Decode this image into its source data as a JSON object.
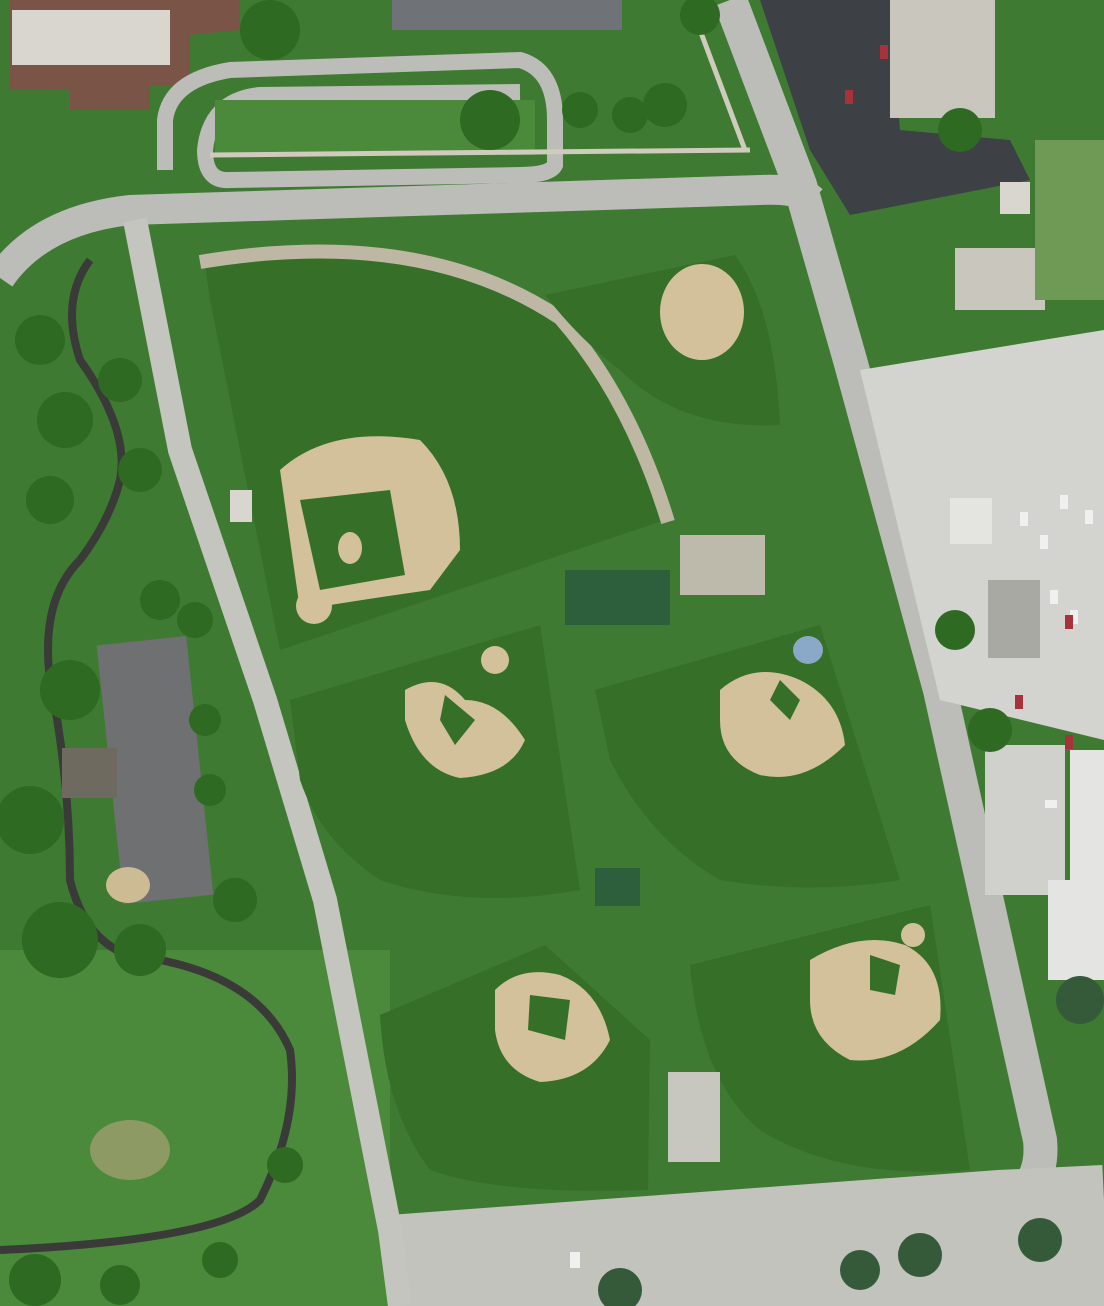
{
  "map": {
    "view": "aerial",
    "feature_counts": {
      "baseball_diamonds": 6,
      "parking_lots": 4,
      "buildings": 13,
      "roads": 3
    }
  },
  "colors": {
    "grass": "#3f7a32",
    "outfield_grass": "#2f6b26",
    "infield_dirt": "#d2c19a",
    "road": "#bcbcb8",
    "path": "#b9b6a8",
    "parking_asphalt": "#3d4146",
    "lot_concrete": "#d3d3cf",
    "roof_brown": "#7a5547",
    "roof_green": "#2e5f3c",
    "roof_gray": "#c9c6bd",
    "tree": "#2e6a22",
    "walking_path": "#3a3b38",
    "water": "#8aa8c8"
  }
}
